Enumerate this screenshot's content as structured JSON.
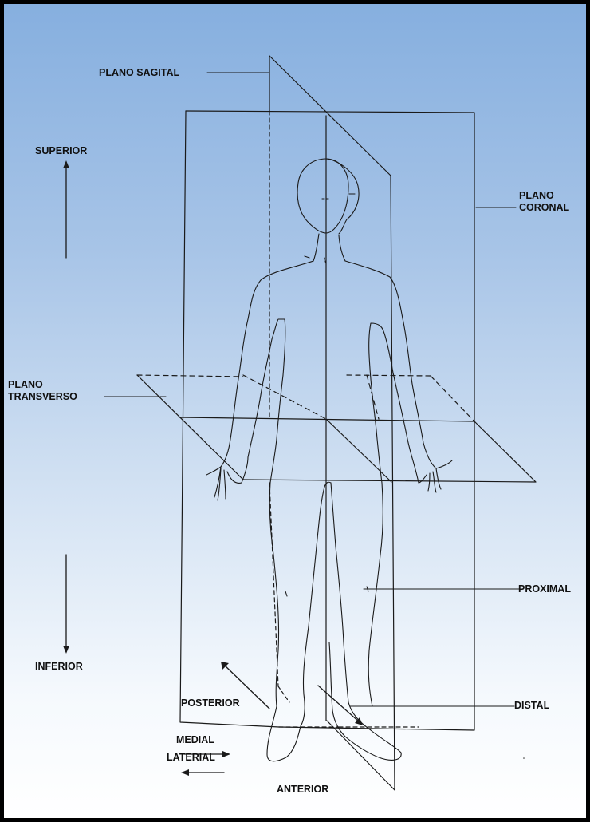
{
  "labels": {
    "plano_sagital": "PLANO SAGITAL",
    "superior": "SUPERIOR",
    "plano_coronal_1": "PLANO",
    "plano_coronal_2": "CORONAL",
    "plano_transverso_1": "PLANO",
    "plano_transverso_2": "TRANSVERSO",
    "proximal": "PROXIMAL",
    "inferior": "INFERIOR",
    "posterior": "POSTERIOR",
    "distal": "DISTAL",
    "medial": "MEDIAL",
    "lateral": "LATERIAL",
    "anterior": "ANTERIOR"
  },
  "colors": {
    "background_top": "#86afdf",
    "background_bottom": "#ffffff",
    "ink": "#111111",
    "border": "#000000"
  }
}
